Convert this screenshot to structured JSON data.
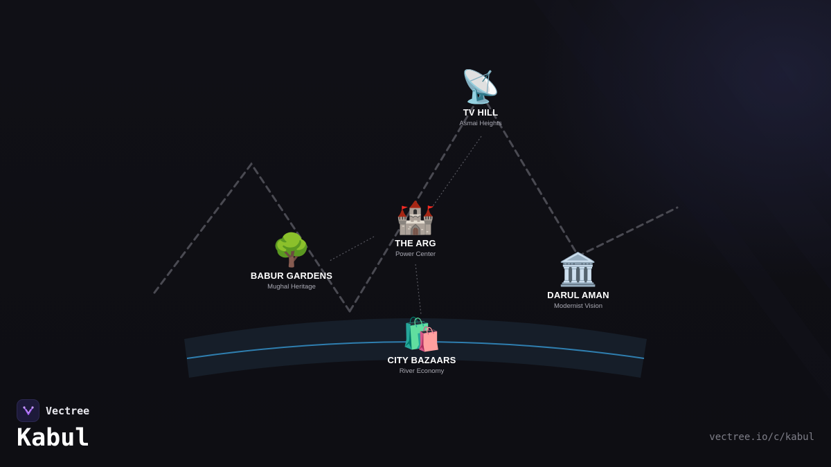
{
  "brand": {
    "name": "Vectree",
    "logo_icon": "vectree-logo-icon",
    "accent": "#a05cf0"
  },
  "city": "Kabul",
  "url": "vectree.io/c/kabul",
  "river_color": "#2f7fb0",
  "nodes": [
    {
      "id": "tv-hill",
      "icon": "📡",
      "icon_name": "satellite-dish-icon",
      "title": "TV HILL",
      "subtitle": "Asmai Heights"
    },
    {
      "id": "the-arg",
      "icon": "🏰",
      "icon_name": "castle-icon",
      "title": "THE ARG",
      "subtitle": "Power Center"
    },
    {
      "id": "babur-gardens",
      "icon": "🌳",
      "icon_name": "tree-icon",
      "title": "BABUR GARDENS",
      "subtitle": "Mughal Heritage"
    },
    {
      "id": "darul-aman",
      "icon": "🏛️",
      "icon_name": "classical-building-icon",
      "title": "DARUL AMAN",
      "subtitle": "Modernist Vision"
    },
    {
      "id": "city-bazaars",
      "icon": "🛍️",
      "icon_name": "shopping-bags-icon",
      "title": "CITY BAZAARS",
      "subtitle": "River Economy"
    }
  ],
  "connections": [
    [
      "tv-hill",
      "the-arg"
    ],
    [
      "the-arg",
      "babur-gardens"
    ],
    [
      "the-arg",
      "city-bazaars"
    ]
  ]
}
